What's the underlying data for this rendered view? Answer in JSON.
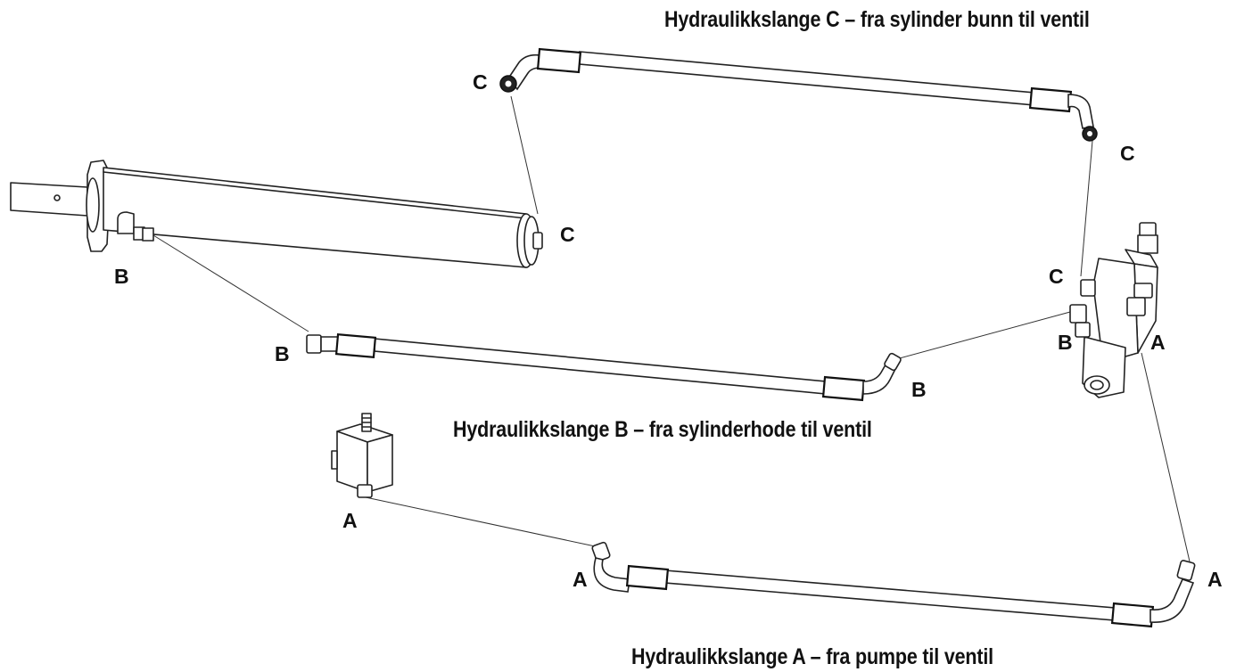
{
  "captions": {
    "hose_c": "Hydraulikkslange C – fra sylinder bunn til ventil",
    "hose_b": "Hydraulikkslange B – fra sylinderhode til ventil",
    "hose_a": "Hydraulikkslange A – fra pumpe til ventil"
  },
  "labels": {
    "c": "C",
    "b": "B",
    "a": "A"
  }
}
